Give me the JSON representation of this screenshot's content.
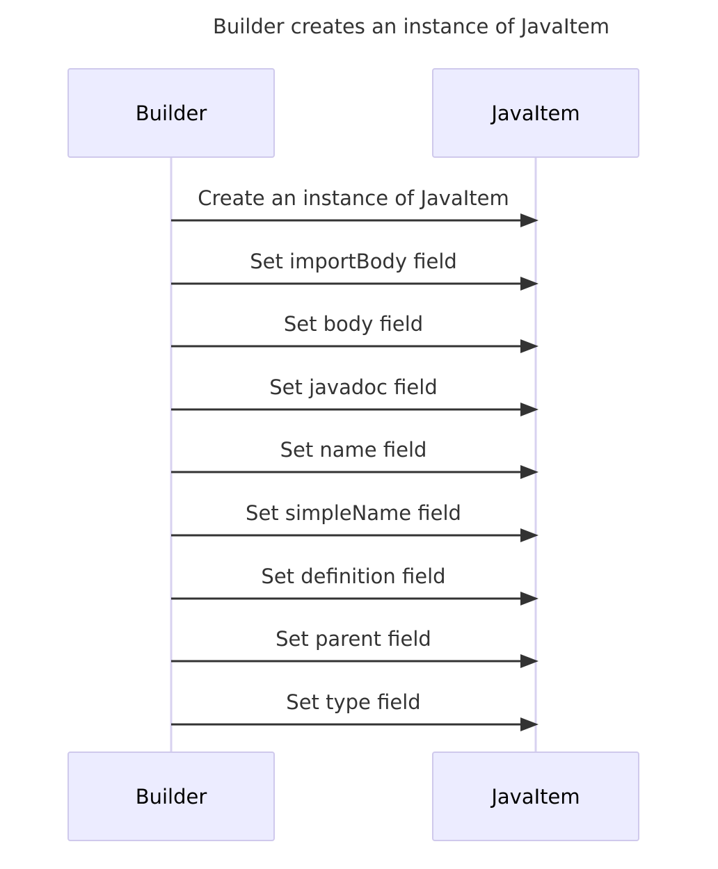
{
  "title": "Builder creates an instance of JavaItem",
  "participants": [
    {
      "label": "Builder"
    },
    {
      "label": "JavaItem"
    }
  ],
  "messages": [
    {
      "from": "Builder",
      "to": "JavaItem",
      "label": "Create an instance of JavaItem"
    },
    {
      "from": "Builder",
      "to": "JavaItem",
      "label": "Set importBody field"
    },
    {
      "from": "Builder",
      "to": "JavaItem",
      "label": "Set body field"
    },
    {
      "from": "Builder",
      "to": "JavaItem",
      "label": "Set javadoc field"
    },
    {
      "from": "Builder",
      "to": "JavaItem",
      "label": "Set name field"
    },
    {
      "from": "Builder",
      "to": "JavaItem",
      "label": "Set simpleName field"
    },
    {
      "from": "Builder",
      "to": "JavaItem",
      "label": "Set definition field"
    },
    {
      "from": "Builder",
      "to": "JavaItem",
      "label": "Set parent field"
    },
    {
      "from": "Builder",
      "to": "JavaItem",
      "label": "Set type field"
    }
  ],
  "colors": {
    "actor_fill": "#ECECFF",
    "actor_border": "#CFC9EC",
    "lifeline": "#D8D2F0",
    "message": "#333333"
  }
}
